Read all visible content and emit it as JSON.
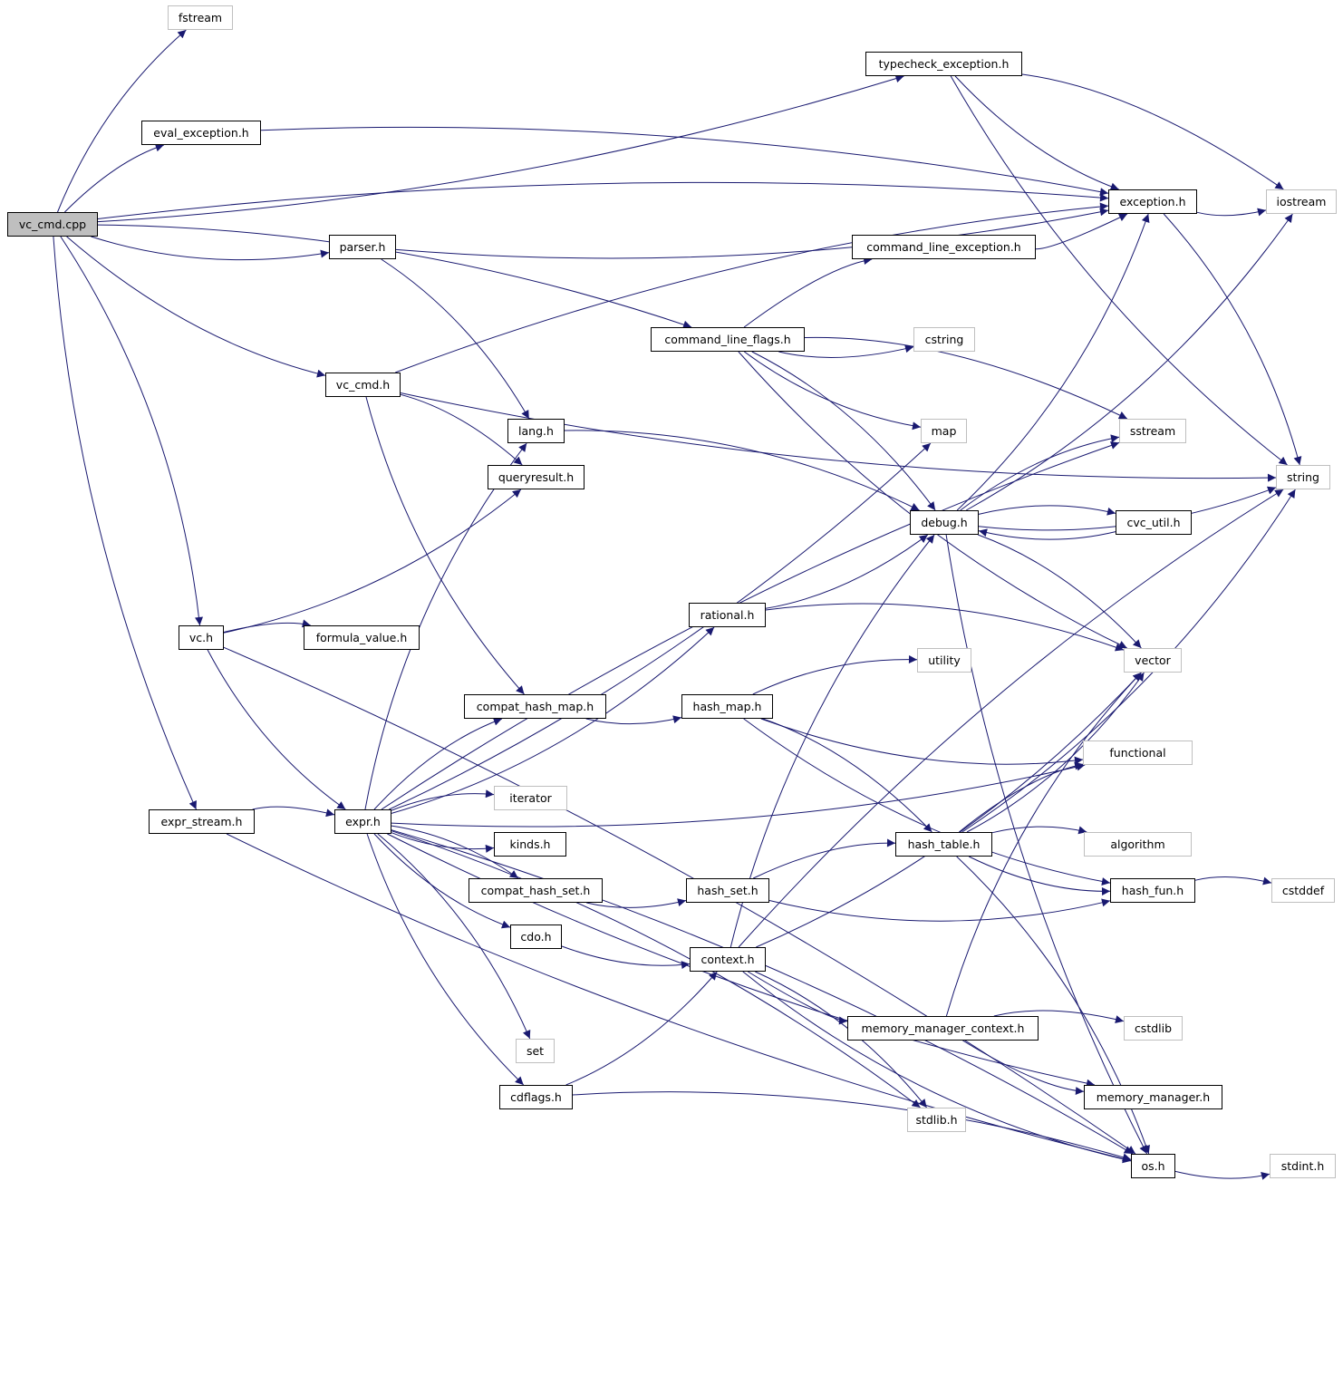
{
  "graph": {
    "edge_color": "#191970",
    "root_fill": "#bfbfbf",
    "external_border": "#bfbfbf",
    "nodes": {
      "vc_cmd_cpp": {
        "label": "vc_cmd.cpp",
        "kind": "root"
      },
      "fstream": {
        "label": "fstream",
        "kind": "external"
      },
      "typecheck_exception_h": {
        "label": "typecheck_exception.h",
        "kind": "header"
      },
      "eval_exception_h": {
        "label": "eval_exception.h",
        "kind": "header"
      },
      "exception_h": {
        "label": "exception.h",
        "kind": "header"
      },
      "iostream": {
        "label": "iostream",
        "kind": "external"
      },
      "parser_h": {
        "label": "parser.h",
        "kind": "header"
      },
      "command_line_exception_h": {
        "label": "command_line_exception.h",
        "kind": "header"
      },
      "command_line_flags_h": {
        "label": "command_line_flags.h",
        "kind": "header"
      },
      "cstring": {
        "label": "cstring",
        "kind": "external"
      },
      "vc_cmd_h": {
        "label": "vc_cmd.h",
        "kind": "header"
      },
      "lang_h": {
        "label": "lang.h",
        "kind": "header"
      },
      "map": {
        "label": "map",
        "kind": "external"
      },
      "sstream": {
        "label": "sstream",
        "kind": "external"
      },
      "queryresult_h": {
        "label": "queryresult.h",
        "kind": "header"
      },
      "string": {
        "label": "string",
        "kind": "external"
      },
      "debug_h": {
        "label": "debug.h",
        "kind": "header"
      },
      "cvc_util_h": {
        "label": "cvc_util.h",
        "kind": "header"
      },
      "rational_h": {
        "label": "rational.h",
        "kind": "header"
      },
      "vc_h": {
        "label": "vc.h",
        "kind": "header"
      },
      "formula_value_h": {
        "label": "formula_value.h",
        "kind": "header"
      },
      "utility": {
        "label": "utility",
        "kind": "external"
      },
      "vector": {
        "label": "vector",
        "kind": "external"
      },
      "compat_hash_map_h": {
        "label": "compat_hash_map.h",
        "kind": "header"
      },
      "hash_map_h": {
        "label": "hash_map.h",
        "kind": "header"
      },
      "functional": {
        "label": "functional",
        "kind": "external"
      },
      "iterator": {
        "label": "iterator",
        "kind": "external"
      },
      "expr_stream_h": {
        "label": "expr_stream.h",
        "kind": "header"
      },
      "expr_h": {
        "label": "expr.h",
        "kind": "header"
      },
      "kinds_h": {
        "label": "kinds.h",
        "kind": "header"
      },
      "hash_table_h": {
        "label": "hash_table.h",
        "kind": "header"
      },
      "algorithm": {
        "label": "algorithm",
        "kind": "external"
      },
      "compat_hash_set_h": {
        "label": "compat_hash_set.h",
        "kind": "header"
      },
      "hash_set_h": {
        "label": "hash_set.h",
        "kind": "header"
      },
      "hash_fun_h": {
        "label": "hash_fun.h",
        "kind": "header"
      },
      "cstddef": {
        "label": "cstddef",
        "kind": "external"
      },
      "cdo_h": {
        "label": "cdo.h",
        "kind": "header"
      },
      "context_h": {
        "label": "context.h",
        "kind": "header"
      },
      "memory_manager_context_h": {
        "label": "memory_manager_context.h",
        "kind": "header"
      },
      "cstdlib": {
        "label": "cstdlib",
        "kind": "external"
      },
      "set": {
        "label": "set",
        "kind": "external"
      },
      "memory_manager_h": {
        "label": "memory_manager.h",
        "kind": "header"
      },
      "cdflags_h": {
        "label": "cdflags.h",
        "kind": "header"
      },
      "stdlib_h": {
        "label": "stdlib.h",
        "kind": "external"
      },
      "os_h": {
        "label": "os.h",
        "kind": "header"
      },
      "stdint_h": {
        "label": "stdint.h",
        "kind": "external"
      }
    },
    "edges": [
      [
        "vc_cmd_cpp",
        "fstream"
      ],
      [
        "vc_cmd_cpp",
        "typecheck_exception_h"
      ],
      [
        "vc_cmd_cpp",
        "eval_exception_h"
      ],
      [
        "vc_cmd_cpp",
        "parser_h"
      ],
      [
        "vc_cmd_cpp",
        "command_line_flags_h"
      ],
      [
        "vc_cmd_cpp",
        "vc_cmd_h"
      ],
      [
        "vc_cmd_cpp",
        "vc_h"
      ],
      [
        "vc_cmd_cpp",
        "expr_stream_h"
      ],
      [
        "vc_cmd_cpp",
        "exception_h"
      ],
      [
        "typecheck_exception_h",
        "exception_h"
      ],
      [
        "typecheck_exception_h",
        "iostream"
      ],
      [
        "typecheck_exception_h",
        "string"
      ],
      [
        "eval_exception_h",
        "exception_h"
      ],
      [
        "parser_h",
        "exception_h"
      ],
      [
        "parser_h",
        "lang_h"
      ],
      [
        "exception_h",
        "iostream"
      ],
      [
        "exception_h",
        "string"
      ],
      [
        "command_line_exception_h",
        "exception_h"
      ],
      [
        "command_line_flags_h",
        "command_line_exception_h"
      ],
      [
        "command_line_flags_h",
        "cstring"
      ],
      [
        "command_line_flags_h",
        "sstream"
      ],
      [
        "command_line_flags_h",
        "map"
      ],
      [
        "command_line_flags_h",
        "debug_h"
      ],
      [
        "command_line_flags_h",
        "vector"
      ],
      [
        "vc_cmd_h",
        "exception_h"
      ],
      [
        "vc_cmd_h",
        "string"
      ],
      [
        "vc_cmd_h",
        "queryresult_h"
      ],
      [
        "vc_cmd_h",
        "compat_hash_map_h"
      ],
      [
        "lang_h",
        "debug_h"
      ],
      [
        "debug_h",
        "exception_h"
      ],
      [
        "debug_h",
        "sstream"
      ],
      [
        "debug_h",
        "iostream"
      ],
      [
        "debug_h",
        "cvc_util_h"
      ],
      [
        "debug_h",
        "string"
      ],
      [
        "debug_h",
        "vector"
      ],
      [
        "debug_h",
        "os_h"
      ],
      [
        "cvc_util_h",
        "debug_h"
      ],
      [
        "rational_h",
        "debug_h"
      ],
      [
        "rational_h",
        "vector"
      ],
      [
        "vc_h",
        "queryresult_h"
      ],
      [
        "vc_h",
        "formula_value_h"
      ],
      [
        "vc_h",
        "expr_h"
      ],
      [
        "vc_h",
        "os_h"
      ],
      [
        "compat_hash_map_h",
        "hash_map_h"
      ],
      [
        "hash_map_h",
        "utility"
      ],
      [
        "hash_map_h",
        "functional"
      ],
      [
        "hash_map_h",
        "hash_table_h"
      ],
      [
        "hash_map_h",
        "hash_fun_h"
      ],
      [
        "expr_stream_h",
        "expr_h"
      ],
      [
        "expr_stream_h",
        "os_h"
      ],
      [
        "expr_h",
        "lang_h"
      ],
      [
        "expr_h",
        "map"
      ],
      [
        "expr_h",
        "sstream"
      ],
      [
        "expr_h",
        "rational_h"
      ],
      [
        "expr_h",
        "compat_hash_map_h"
      ],
      [
        "expr_h",
        "functional"
      ],
      [
        "expr_h",
        "iterator"
      ],
      [
        "expr_h",
        "kinds_h"
      ],
      [
        "expr_h",
        "compat_hash_set_h"
      ],
      [
        "expr_h",
        "cdo_h"
      ],
      [
        "expr_h",
        "set"
      ],
      [
        "expr_h",
        "cdflags_h"
      ],
      [
        "expr_h",
        "stdlib_h"
      ],
      [
        "expr_h",
        "memory_manager_h"
      ],
      [
        "expr_h",
        "os_h"
      ],
      [
        "hash_table_h",
        "vector"
      ],
      [
        "hash_table_h",
        "functional"
      ],
      [
        "hash_table_h",
        "string"
      ],
      [
        "hash_table_h",
        "algorithm"
      ],
      [
        "hash_table_h",
        "hash_fun_h"
      ],
      [
        "hash_table_h",
        "os_h"
      ],
      [
        "compat_hash_set_h",
        "hash_set_h"
      ],
      [
        "hash_set_h",
        "hash_table_h"
      ],
      [
        "hash_set_h",
        "hash_fun_h"
      ],
      [
        "hash_fun_h",
        "cstddef"
      ],
      [
        "cdo_h",
        "context_h"
      ],
      [
        "context_h",
        "debug_h"
      ],
      [
        "context_h",
        "vector"
      ],
      [
        "context_h",
        "string"
      ],
      [
        "context_h",
        "memory_manager_context_h"
      ],
      [
        "context_h",
        "stdlib_h"
      ],
      [
        "context_h",
        "os_h"
      ],
      [
        "memory_manager_context_h",
        "cstdlib"
      ],
      [
        "memory_manager_context_h",
        "memory_manager_h"
      ],
      [
        "memory_manager_context_h",
        "vector"
      ],
      [
        "cdflags_h",
        "context_h"
      ],
      [
        "cdflags_h",
        "os_h"
      ],
      [
        "os_h",
        "stdint_h"
      ]
    ]
  }
}
